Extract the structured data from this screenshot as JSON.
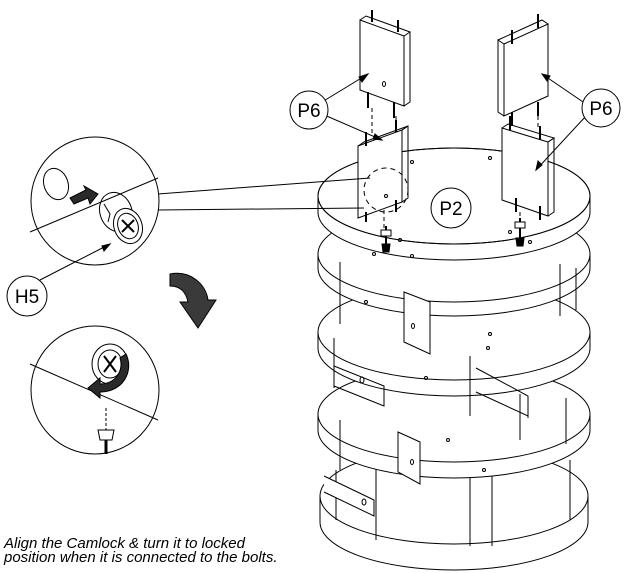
{
  "callouts": {
    "p6_left": "P6",
    "p6_right": "P6",
    "p2": "P2",
    "h5": "H5"
  },
  "instruction": {
    "line1": "Align the Camlock & turn it to locked",
    "line2": "position when it is connected to the bolts."
  },
  "colors": {
    "line": "#000000",
    "arrow": "#3a3a3a",
    "background": "#ffffff"
  },
  "icons": [
    "rotate-arrow-icon",
    "push-arrow-icon",
    "camlock-icon",
    "bolt-icon"
  ]
}
